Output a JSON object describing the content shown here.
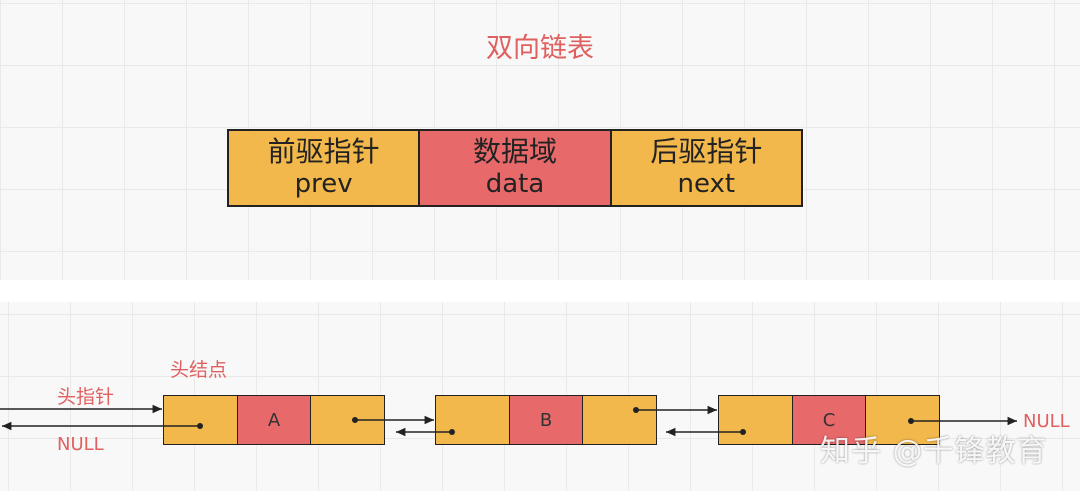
{
  "title": "双向链表",
  "struct_fields": [
    {
      "cn": "前驱指针",
      "en": "prev",
      "color": "#f2b84b"
    },
    {
      "cn": "数据域",
      "en": "data",
      "color": "#e8696a"
    },
    {
      "cn": "后驱指针",
      "en": "next",
      "color": "#f2b84b"
    }
  ],
  "labels": {
    "head_node": "头结点",
    "head_pointer": "头指针",
    "null_left": "NULL",
    "null_right": "NULL"
  },
  "nodes": [
    "A",
    "B",
    "C"
  ],
  "watermark": "知乎 @千锋教育"
}
